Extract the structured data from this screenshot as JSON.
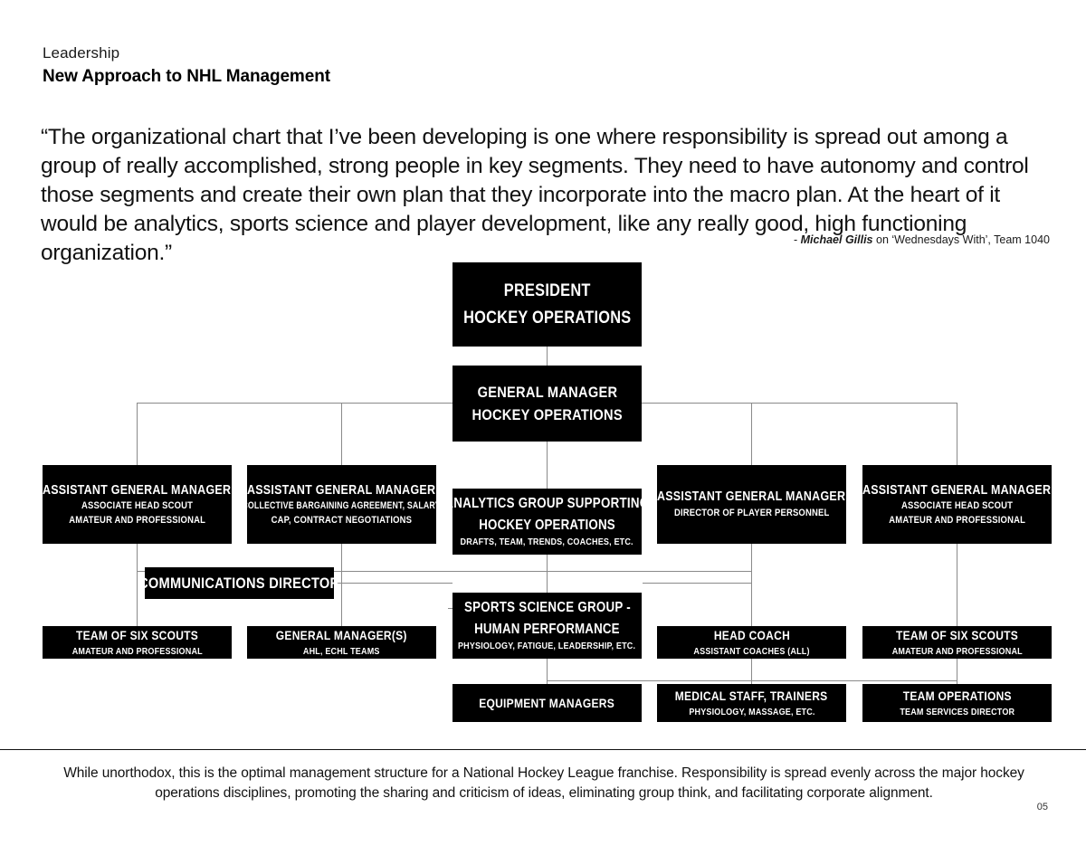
{
  "header": {
    "eyebrow": "Leadership",
    "title": "New Approach to NHL Management"
  },
  "quote": {
    "text": "“The organizational chart that I’ve been developing is one where responsibility is spread out among a group of really accomplished, strong people in key segments. They need to have autonomy and control those segments and create their own plan that they incorporate into the macro plan. At the heart of it would be analytics, sports science and player development, like any really good, high functioning organization.”",
    "attribution_dash": "- ",
    "attribution_name": "Michael Gillis",
    "attribution_rest": " on ‘Wednesdays With’, Team 1040"
  },
  "chart": {
    "type": "org-chart",
    "box_fill": "#000000",
    "box_text": "#ffffff",
    "connector_color": "#8a8a8a",
    "nodes": [
      {
        "id": "president",
        "l1": "PRESIDENT",
        "l2": "HOCKEY OPERATIONS",
        "l3": ""
      },
      {
        "id": "gm",
        "l1": "GENERAL MANAGER",
        "l2": "HOCKEY OPERATIONS",
        "l3": ""
      },
      {
        "id": "agm1",
        "l1": "ASSISTANT GENERAL MANAGER",
        "l2": "ASSOCIATE HEAD SCOUT",
        "l3": "AMATEUR AND PROFESSIONAL"
      },
      {
        "id": "agm2",
        "l1": "ASSISTANT GENERAL MANAGER",
        "l2": "COLLECTIVE BARGAINING AGREEMENT, SALARY",
        "l3": "CAP, CONTRACT NEGOTIATIONS"
      },
      {
        "id": "analytics",
        "l1": "ANALYTICS GROUP SUPPORTING",
        "l2": "HOCKEY OPERATIONS",
        "l3": "DRAFTS, TEAM, TRENDS, COACHES, ETC."
      },
      {
        "id": "agm3",
        "l1": "ASSISTANT GENERAL MANAGER",
        "l2": "DIRECTOR OF PLAYER PERSONNEL",
        "l3": ""
      },
      {
        "id": "agm4",
        "l1": "ASSISTANT GENERAL MANAGER",
        "l2": "ASSOCIATE HEAD SCOUT",
        "l3": "AMATEUR AND PROFESSIONAL"
      },
      {
        "id": "comms",
        "l1": "COMMUNICATIONS DIRECTOR",
        "l2": "",
        "l3": ""
      },
      {
        "id": "sports-sci",
        "l1": "SPORTS SCIENCE GROUP -",
        "l2": "HUMAN PERFORMANCE",
        "l3": "PHYSIOLOGY, FATIGUE, LEADERSHIP, ETC."
      },
      {
        "id": "scouts-left",
        "l1": "TEAM OF SIX SCOUTS",
        "l2": "AMATEUR AND PROFESSIONAL",
        "l3": ""
      },
      {
        "id": "gms-minor",
        "l1": "GENERAL MANAGER(S)",
        "l2": "AHL, ECHL TEAMS",
        "l3": ""
      },
      {
        "id": "head-coach",
        "l1": "HEAD COACH",
        "l2": "ASSISTANT COACHES (ALL)",
        "l3": ""
      },
      {
        "id": "scouts-right",
        "l1": "TEAM OF SIX SCOUTS",
        "l2": "AMATEUR AND PROFESSIONAL",
        "l3": ""
      },
      {
        "id": "equipment",
        "l1": "EQUIPMENT MANAGERS",
        "l2": "",
        "l3": ""
      },
      {
        "id": "medical",
        "l1": "MEDICAL STAFF, TRAINERS",
        "l2": "PHYSIOLOGY, MASSAGE, ETC.",
        "l3": ""
      },
      {
        "id": "team-ops",
        "l1": "TEAM OPERATIONS",
        "l2": "TEAM SERVICES DIRECTOR",
        "l3": ""
      }
    ]
  },
  "footer": {
    "text": "While unorthodox, this is the optimal management structure for a National Hockey League franchise. Responsibility is spread evenly across the major hockey operations disciplines, promoting the sharing and criticism of ideas, eliminating group think, and facilitating corporate alignment.",
    "page_number": "05"
  }
}
